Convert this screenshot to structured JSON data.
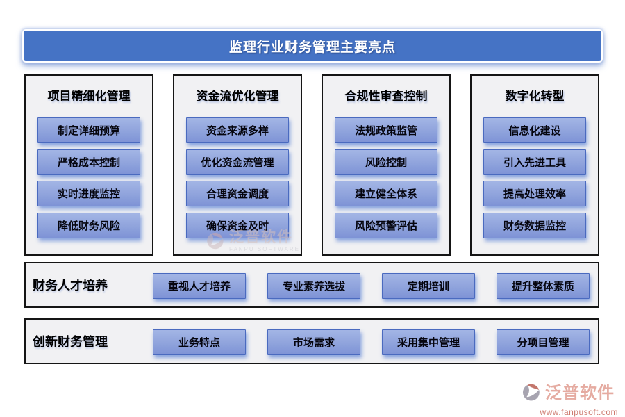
{
  "title": "监理行业财务管理主要亮点",
  "colors": {
    "banner_blue": "#4573c5",
    "button_top": "#a3b5e5",
    "button_bottom": "#7e93d6",
    "button_border": "#4a6abf",
    "box_background": "#f1f1f3",
    "box_border": "#151515",
    "logo_salmon": "#e5aba1",
    "logo_url_red": "#ce7c71"
  },
  "columns": [
    {
      "header": "项目精细化管理",
      "items": [
        "制定详细预算",
        "严格成本控制",
        "实时进度监控",
        "降低财务风险"
      ]
    },
    {
      "header": "资金流优化管理",
      "items": [
        "资金来源多样",
        "优化资金流管理",
        "合理资金调度",
        "确保资金及时"
      ]
    },
    {
      "header": "合规性审查控制",
      "items": [
        "法规政策监管",
        "风险控制",
        "建立健全体系",
        "风险预警评估"
      ]
    },
    {
      "header": "数字化转型",
      "items": [
        "信息化建设",
        "引入先进工具",
        "提高处理效率",
        "财务数据监控"
      ]
    }
  ],
  "rows": [
    {
      "label": "财务人才培养",
      "items": [
        "重视人才培养",
        "专业素养选拔",
        "定期培训",
        "提升整体素质"
      ]
    },
    {
      "label": "创新财务管理",
      "items": [
        "业务特点",
        "市场需求",
        "采用集中管理",
        "分项目管理"
      ]
    }
  ],
  "watermark": {
    "brand": "泛普软件",
    "sub": "FANPU SOFTWARE"
  },
  "footer_logo": {
    "brand": "泛普软件",
    "url": "www.fanpusoft.com"
  }
}
